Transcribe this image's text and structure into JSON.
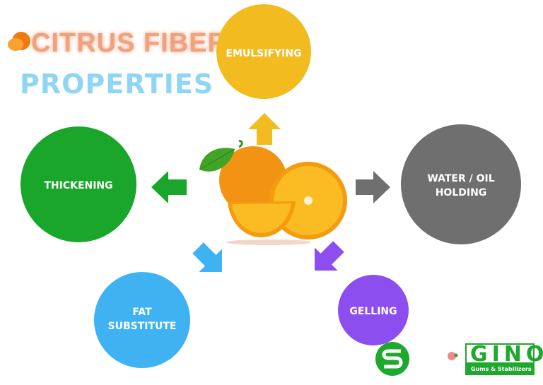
{
  "title": {
    "line1": "CITRUS FIBER",
    "line2": "PROPERTIES"
  },
  "properties": [
    {
      "label": "EMULSIFYING",
      "color": "#f2bb1f"
    },
    {
      "label": "THICKENING",
      "color": "#1aa62a"
    },
    {
      "label_lines": [
        "WATER / OIL",
        "HOLDING"
      ],
      "color": "#6f6f6f"
    },
    {
      "label_lines": [
        "FAT",
        "SUBSTITUTE"
      ],
      "color": "#3fb3f2"
    },
    {
      "label": "GELLING",
      "color": "#8d4ef0"
    }
  ],
  "center_image": "orange-fruit",
  "logo": {
    "name": "GINO",
    "tagline": "Gums & Stabilizers",
    "color": "#1fa82e"
  }
}
